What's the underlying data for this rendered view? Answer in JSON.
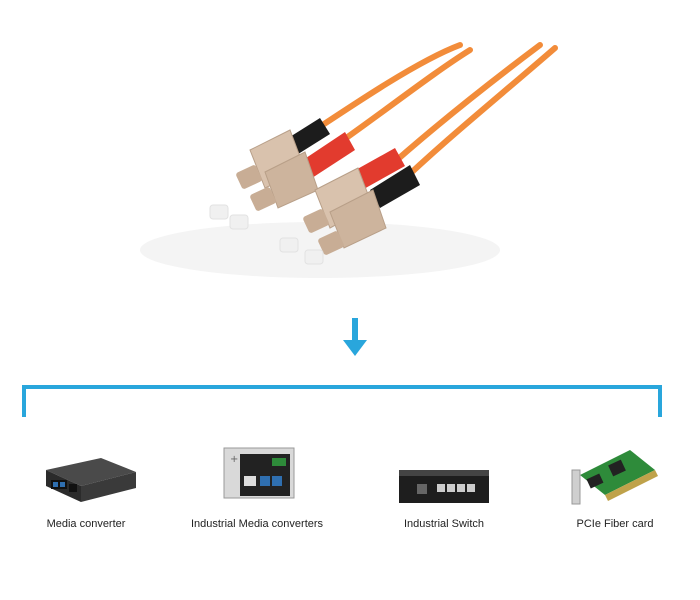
{
  "colors": {
    "accent": "#29a6dc",
    "cable": "#f28c3a",
    "boot_red": "#e23b2e",
    "boot_black": "#1c1c1c",
    "connector": "#d9c2ad"
  },
  "hero": {
    "image": "orange SC duplex fiber optic patch cable"
  },
  "flow": {
    "arrow_icon": "arrow-down-icon"
  },
  "devices": [
    {
      "label": "Media converter",
      "icon": "media-converter-icon"
    },
    {
      "label": "Industrial Media converters",
      "icon": "industrial-media-converter-icon"
    },
    {
      "label": "Industrial Switch",
      "icon": "industrial-switch-icon"
    },
    {
      "label": "PCIe Fiber card",
      "icon": "pcie-fiber-card-icon"
    }
  ]
}
